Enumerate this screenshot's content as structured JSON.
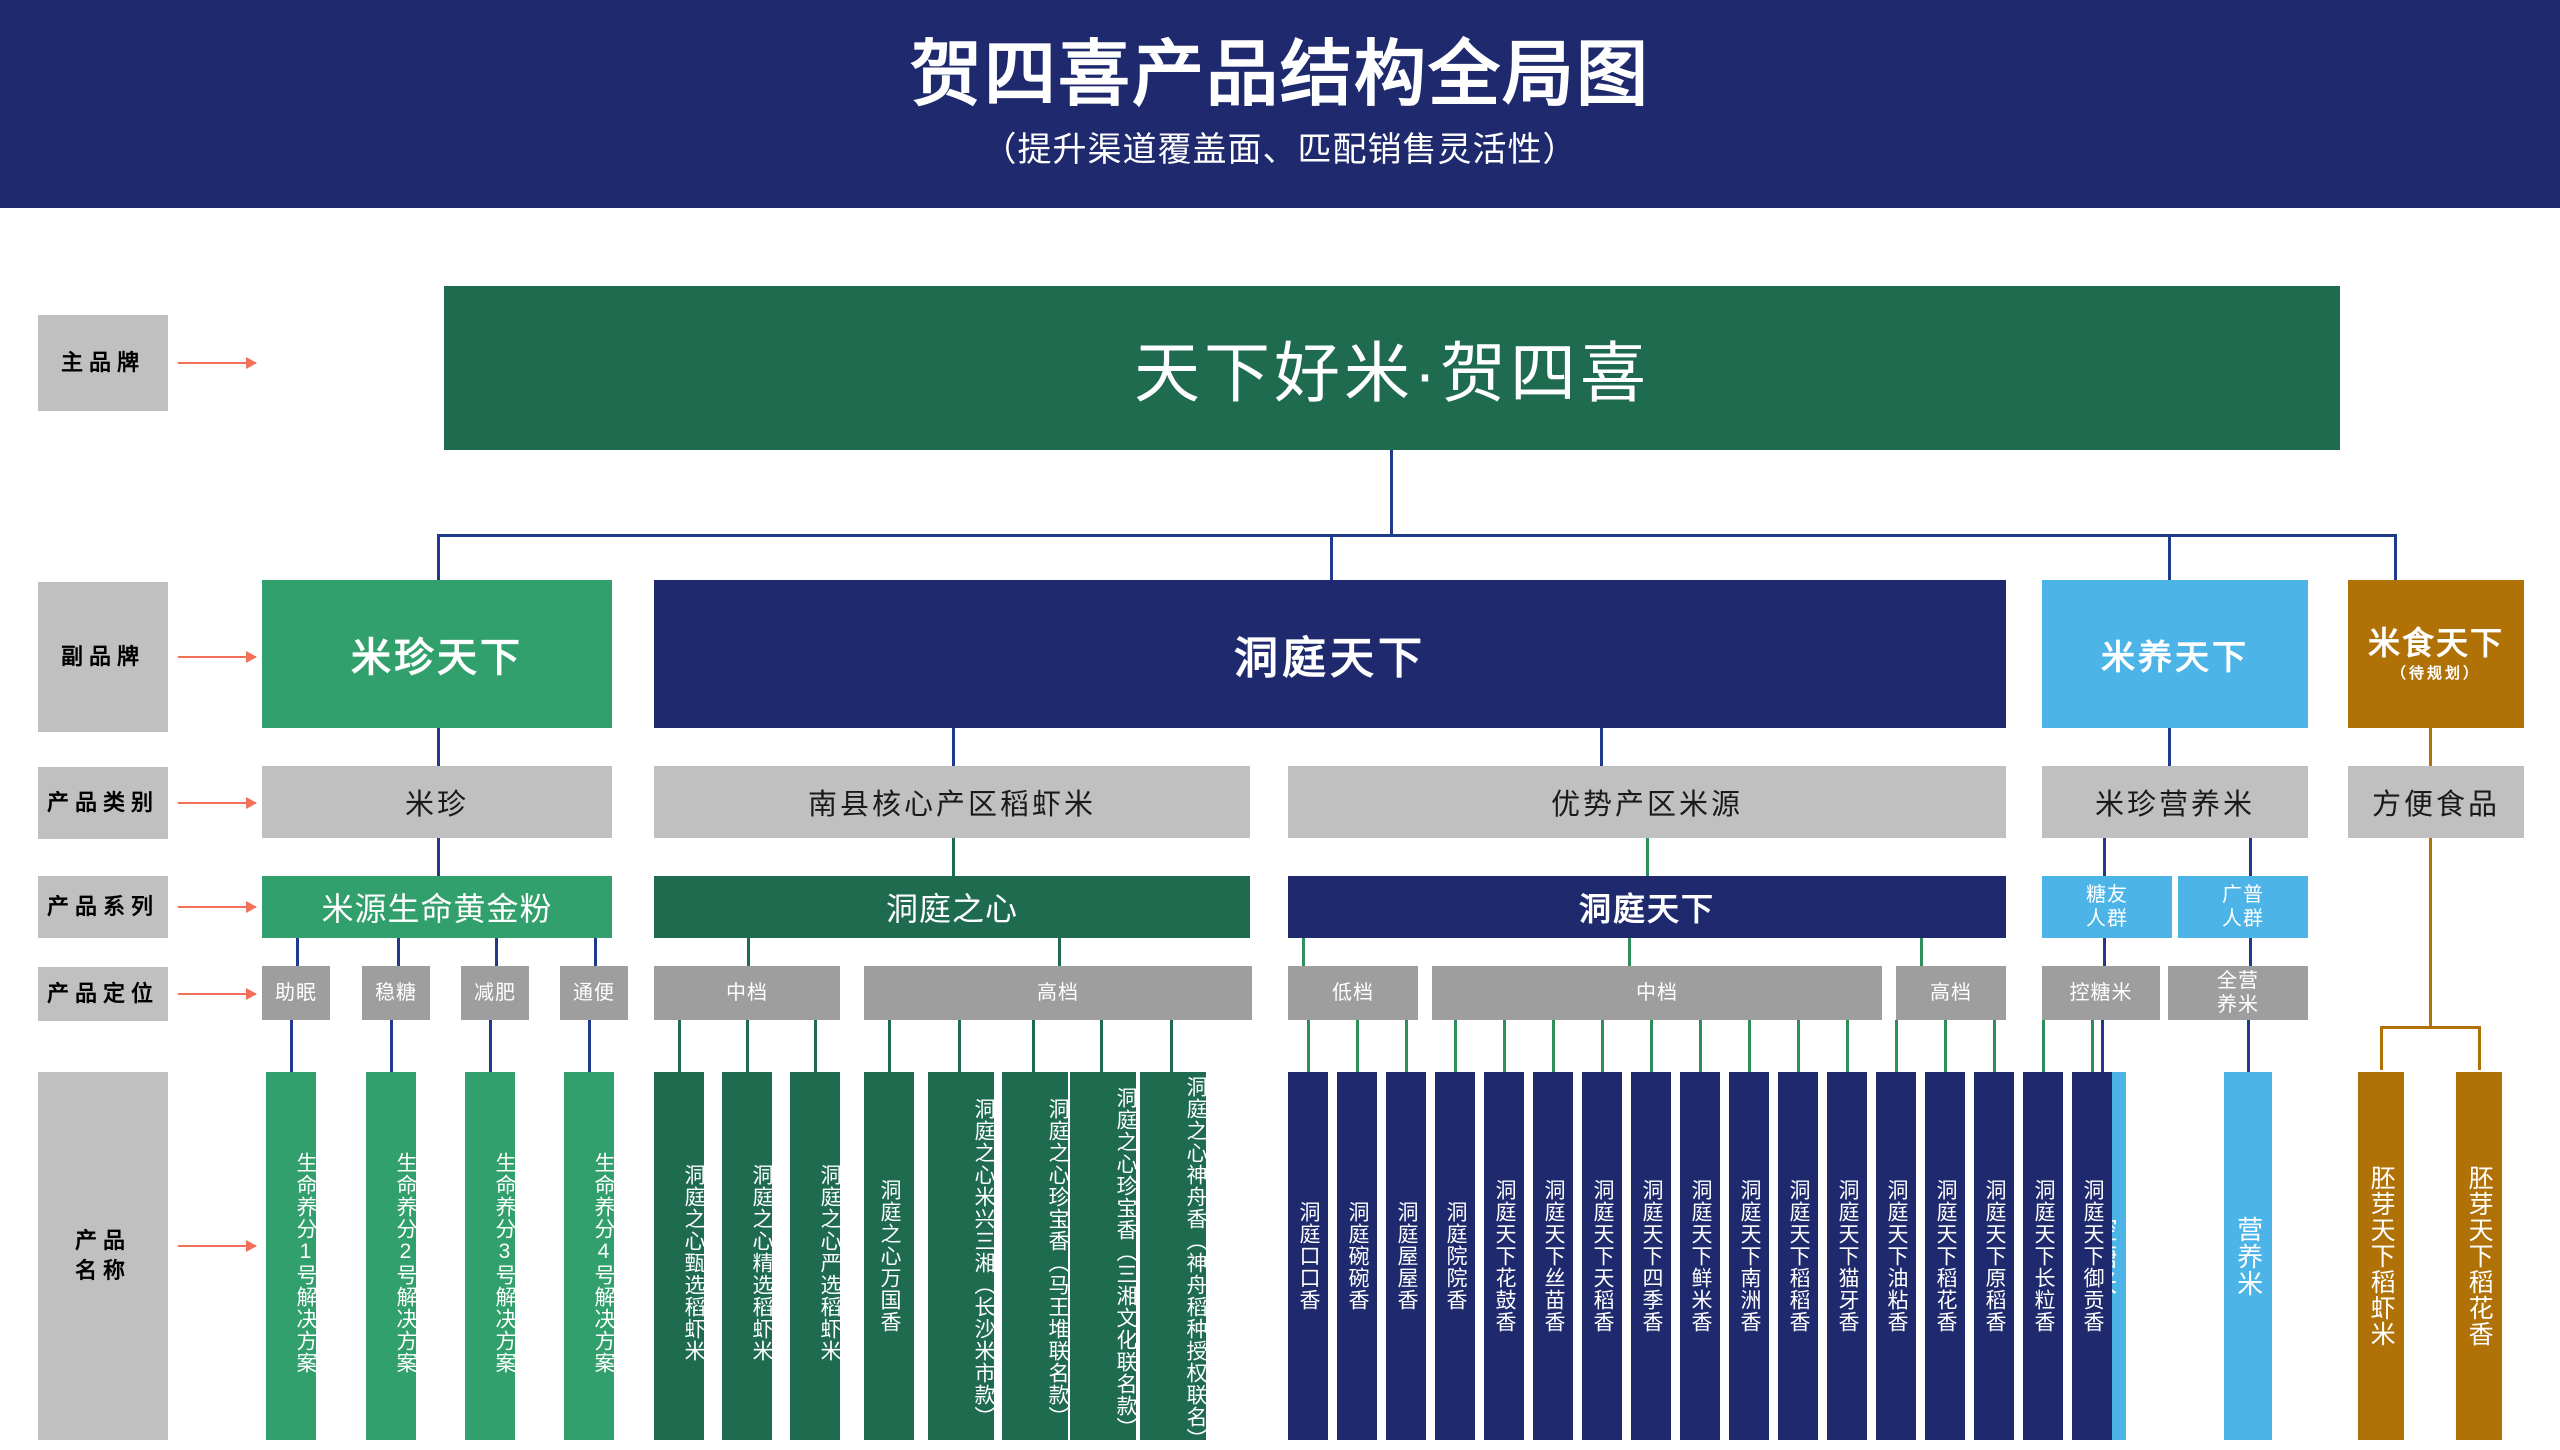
{
  "header": {
    "title": "贺四喜产品结构全局图",
    "subtitle": "（提升渠道覆盖面、匹配销售灵活性）"
  },
  "row_labels": [
    {
      "key": "main_brand",
      "text": "主品牌"
    },
    {
      "key": "sub_brand",
      "text": "副品牌"
    },
    {
      "key": "category",
      "text": "产品类别"
    },
    {
      "key": "series",
      "text": "产品系列"
    },
    {
      "key": "positioning",
      "text": "产品定位"
    },
    {
      "key": "product_name",
      "text": "产品\n名称"
    }
  ],
  "main_brand": {
    "label": "天下好米·贺四喜",
    "color": "#1f6b4f"
  },
  "sub_brands": [
    {
      "label": "米珍天下",
      "color": "#32a06c",
      "note": ""
    },
    {
      "label": "洞庭天下",
      "color": "#1f2a6e",
      "note": ""
    },
    {
      "label": "米养天下",
      "color": "#4db4e8",
      "note": ""
    },
    {
      "label": "米食天下",
      "color": "#b07207",
      "note": "（待规划）"
    }
  ],
  "categories": [
    {
      "label": "米珍"
    },
    {
      "label": "南县核心产区稻虾米"
    },
    {
      "label": "优势产区米源"
    },
    {
      "label": "米珍营养米"
    },
    {
      "label": "方便食品"
    }
  ],
  "series": [
    {
      "label": "米源生命黄金粉",
      "color": "#32a06c"
    },
    {
      "label": "洞庭之心",
      "color": "#1f6b4f"
    },
    {
      "label": "洞庭天下",
      "color": "#1f2a6e"
    },
    {
      "label": "糖友\n人群",
      "color": "#4db4e8"
    },
    {
      "label": "广普\n人群",
      "color": "#4db4e8"
    }
  ],
  "positioning": [
    {
      "label": "助眠"
    },
    {
      "label": "稳糖"
    },
    {
      "label": "减肥"
    },
    {
      "label": "通便"
    },
    {
      "label": "中档"
    },
    {
      "label": "高档"
    },
    {
      "label": "低档"
    },
    {
      "label": "中档"
    },
    {
      "label": "高档"
    },
    {
      "label": "控糖米"
    },
    {
      "label": "全营\n养米"
    }
  ],
  "products": {
    "mizhen": [
      "生命养分1号解决方案",
      "生命养分2号解决方案",
      "生命养分3号解决方案",
      "生命养分4号解决方案"
    ],
    "dongting_zhixin": [
      "洞庭之心甄选稻虾米",
      "洞庭之心精选稻虾米",
      "洞庭之心严选稻虾米",
      "洞庭之心万国香",
      "洞庭之心米兴三湘（长沙米市款）",
      "洞庭之心珍宝香（马王堆联名款）",
      "洞庭之心珍宝香（三湘文化联名款）",
      "洞庭之心神舟香（神舟稻种授权联名）"
    ],
    "dongting_tianxia": [
      "洞庭口口香",
      "洞庭碗碗香",
      "洞庭屋屋香",
      "洞庭院院香",
      "洞庭天下花鼓香",
      "洞庭天下丝苗香",
      "洞庭天下天稻香",
      "洞庭天下四季香",
      "洞庭天下鲜米香",
      "洞庭天下南洲香",
      "洞庭天下稻稻香",
      "洞庭天下猫牙香",
      "洞庭天下油粘香",
      "洞庭天下稻花香",
      "洞庭天下原稻香",
      "洞庭天下长粒香",
      "洞庭天下御贡香"
    ],
    "miyang": [
      "控糖米",
      "营养米"
    ],
    "mishi": [
      "胚芽天下稻虾米",
      "胚芽天下稻花香"
    ]
  },
  "colors": {
    "navy": "#1f2a6e",
    "green": "#32a06c",
    "dark_green": "#1f6b4f",
    "light_blue": "#4db4e8",
    "brown": "#b07207",
    "gray": "#c0c0c0",
    "gray_dark": "#9e9e9e",
    "arrow": "#f2705a"
  }
}
